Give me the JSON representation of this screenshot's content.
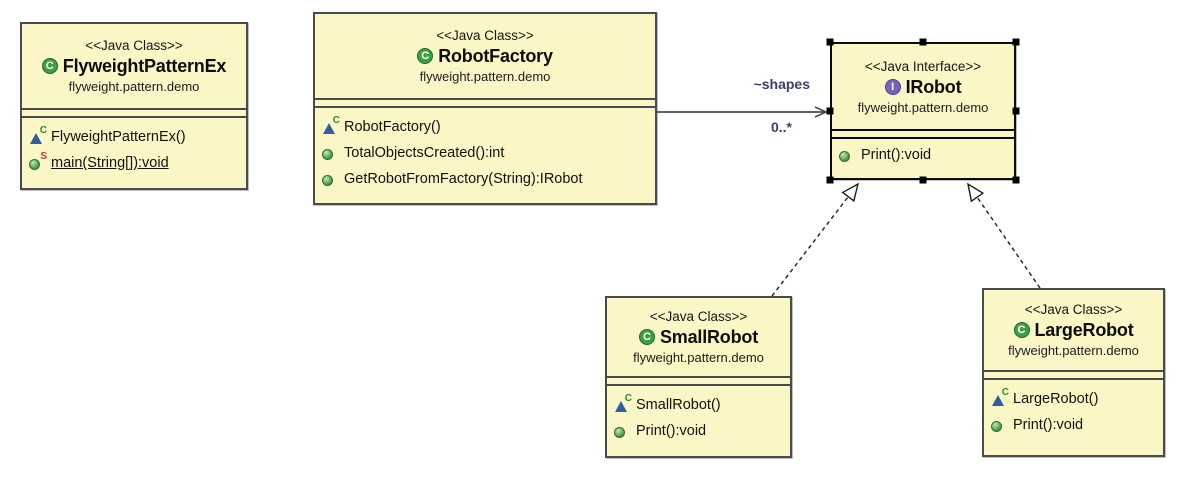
{
  "colors": {
    "box_fill": "#fbf6c5",
    "box_border": "#4a4a4a",
    "selection_handle": "#000000",
    "edge_label": "#39406e",
    "class_icon": "#3f9e46",
    "interface_icon": "#7463bd",
    "constructor_triangle": "#2f5fa3",
    "constructor_modifier": "#2e8b2e",
    "static_modifier": "#cc3333"
  },
  "classes": [
    {
      "stereotype": "<<Java Class>>",
      "icon_letter": "C",
      "name": "FlyweightPatternEx",
      "package": "flyweight.pattern.demo",
      "methods": [
        {
          "kind": "constructor",
          "modifier_letter": "C",
          "label": "FlyweightPatternEx()"
        },
        {
          "kind": "static-method",
          "modifier_letter": "S",
          "label": "main(String[]):void"
        }
      ]
    },
    {
      "stereotype": "<<Java Class>>",
      "icon_letter": "C",
      "name": "RobotFactory",
      "package": "flyweight.pattern.demo",
      "methods": [
        {
          "kind": "constructor",
          "modifier_letter": "C",
          "label": "RobotFactory()"
        },
        {
          "kind": "method",
          "label": "TotalObjectsCreated():int"
        },
        {
          "kind": "method",
          "label": "GetRobotFromFactory(String):IRobot"
        }
      ]
    },
    {
      "stereotype": "<<Java Interface>>",
      "icon_letter": "I",
      "name": "IRobot",
      "package": "flyweight.pattern.demo",
      "selected": true,
      "methods": [
        {
          "kind": "method",
          "label": "Print():void"
        }
      ]
    },
    {
      "stereotype": "<<Java Class>>",
      "icon_letter": "C",
      "name": "SmallRobot",
      "package": "flyweight.pattern.demo",
      "methods": [
        {
          "kind": "constructor",
          "modifier_letter": "C",
          "label": "SmallRobot()"
        },
        {
          "kind": "method",
          "label": "Print():void"
        }
      ]
    },
    {
      "stereotype": "<<Java Class>>",
      "icon_letter": "C",
      "name": "LargeRobot",
      "package": "flyweight.pattern.demo",
      "methods": [
        {
          "kind": "constructor",
          "modifier_letter": "C",
          "label": "LargeRobot()"
        },
        {
          "kind": "method",
          "label": "Print():void"
        }
      ]
    }
  ],
  "edges": {
    "association": {
      "from": "RobotFactory",
      "to": "IRobot",
      "name_label": "~shapes",
      "multiplicity_label": "0..*"
    },
    "realizations": [
      {
        "from": "SmallRobot",
        "to": "IRobot"
      },
      {
        "from": "LargeRobot",
        "to": "IRobot"
      }
    ]
  }
}
